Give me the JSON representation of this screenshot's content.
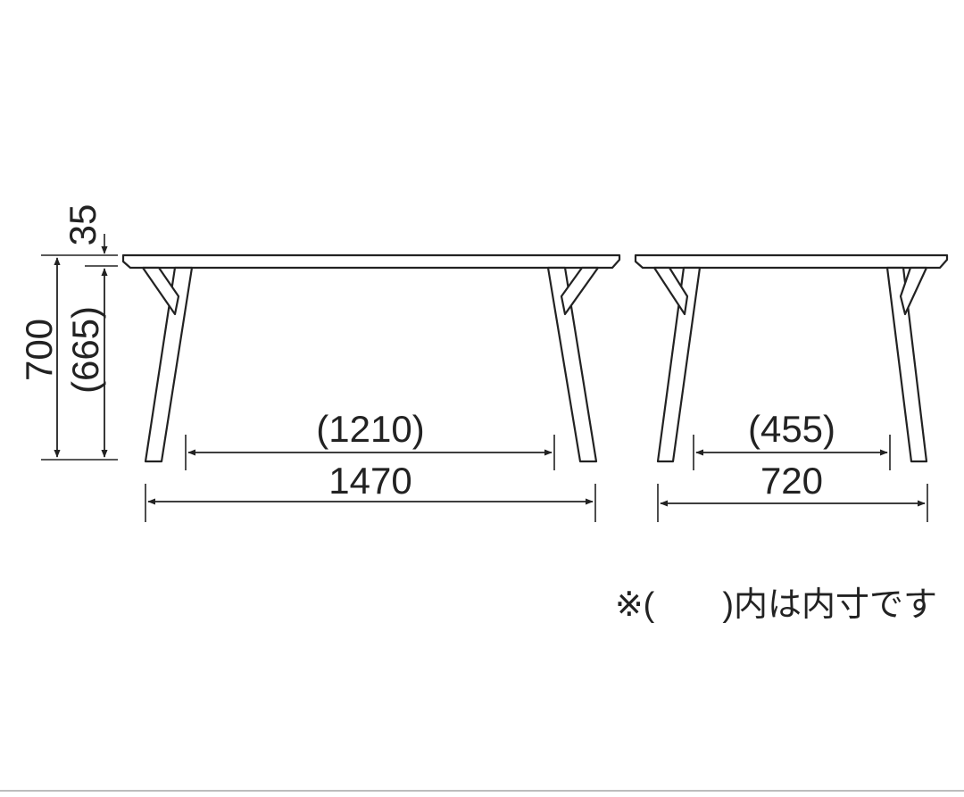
{
  "diagram": {
    "height": {
      "top_thickness": "35",
      "total": "700",
      "inner": "(665)"
    },
    "front_view": {
      "inner_width": "(1210)",
      "width": "1470"
    },
    "side_view": {
      "inner_width": "(455)",
      "width": "720"
    },
    "note": "※(　　)内は内寸です"
  },
  "colors": {
    "ink": "#222222",
    "background": "#ffffff"
  }
}
